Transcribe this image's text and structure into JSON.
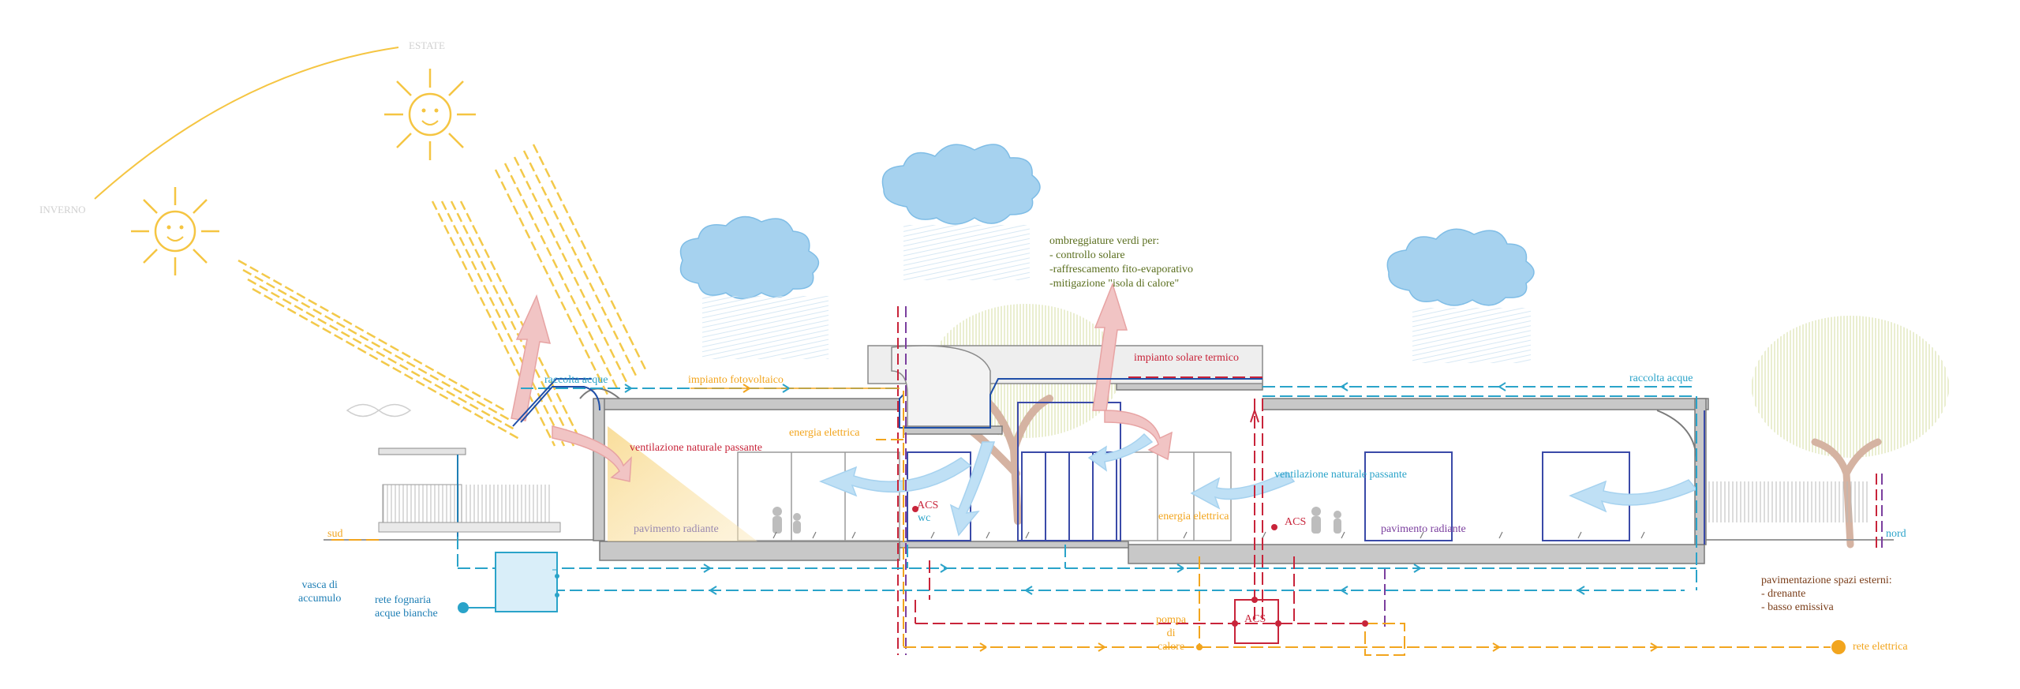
{
  "colors": {
    "sun": "#f5c542",
    "sun_ray": "#f3c94a",
    "water": "#2aa3c9",
    "water_dark": "#1f7fb5",
    "electric": "#f2a51e",
    "heat": "#c8243a",
    "vent_warm": "#e7a3a3",
    "vent_cool": "#a6d2ef",
    "structure": "#7a7a7a",
    "blue_frame": "#3a4aa8",
    "violet": "#7b3f9e",
    "green_text": "#5a6e1e",
    "brown_text": "#7a3e1a",
    "grey_text": "#c8c8c8",
    "tree_green": "#dfe6b0",
    "tree_trunk": "#c9a48f"
  },
  "labels": {
    "estate": "ESTATE",
    "inverno": "INVERNO",
    "raccolta_acque_left": "raccolta acque",
    "raccolta_acque_right": "raccolta acque",
    "impianto_fotovoltaico": "impianto fotovoltaico",
    "energia_elettrica_top": "energia elettrica",
    "energia_elettrica_mid": "energia elettrica",
    "ventilazione_left": "ventilazione naturale passante",
    "ventilazione_right": "ventilazione naturale passante",
    "impianto_solare_termico": "impianto solare termico",
    "ombreggiature": "ombreggiature verdi per:\n- controllo solare\n-raffrescamento fito-evaporativo\n-mitigazione \"isola di calore\"",
    "acs_1": "ACS",
    "acs_2": "ACS",
    "acs_3": "ACS",
    "wc": "wc",
    "pavimento_radiante_left": "pavimento radiante",
    "pavimento_radiante_right": "pavimento radiante",
    "sud": "sud",
    "nord": "nord",
    "vasca": "vasca di\naccumulo",
    "rete_fognaria": "rete fognaria\nacque bianche",
    "pompa_di_calore": "pompa\ndi\ncalore",
    "rete_elettrica": "rete elettrica",
    "pavimentazione": "pavimentazione spazi esterni:\n- drenante\n- basso emissiva"
  }
}
